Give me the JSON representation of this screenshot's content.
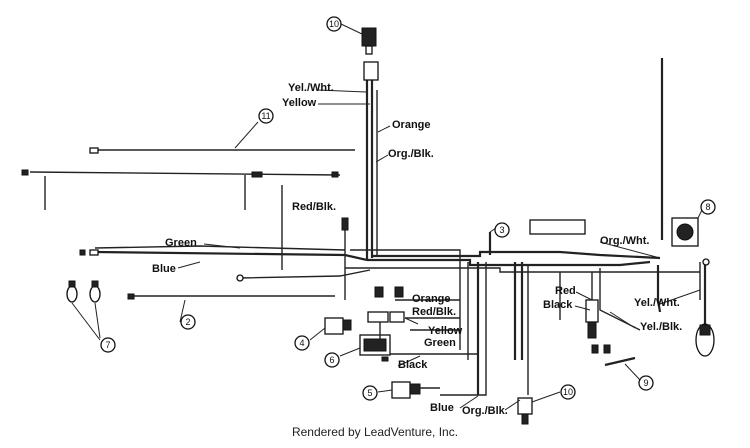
{
  "wire_labels": {
    "yel_wht_top": "Yel./Wht.",
    "yellow_top": "Yellow",
    "orange_top": "Orange",
    "org_blk_top": "Org./Blk.",
    "red_blk_left": "Red/Blk.",
    "green_left": "Green",
    "blue_left": "Blue",
    "org_wht_right": "Org./Wht.",
    "orange_center": "Orange",
    "red_blk_center": "Red/Blk.",
    "yellow_center": "Yellow",
    "green_center": "Green",
    "black_center": "Black",
    "red_right": "Red",
    "black_right": "Black",
    "yel_wht_right": "Yel./Wht.",
    "yel_blk_right": "Yel./Blk.",
    "blue_bottom": "Blue",
    "org_blk_bottom": "Org./Blk."
  },
  "callouts": {
    "c2": "2",
    "c3": "3",
    "c4": "4",
    "c5": "5",
    "c6": "6",
    "c7": "7",
    "c8": "8",
    "c9": "9",
    "c10_top": "10",
    "c10_bottom": "10",
    "c11": "11"
  },
  "footer": "Rendered by LeadVenture, Inc."
}
